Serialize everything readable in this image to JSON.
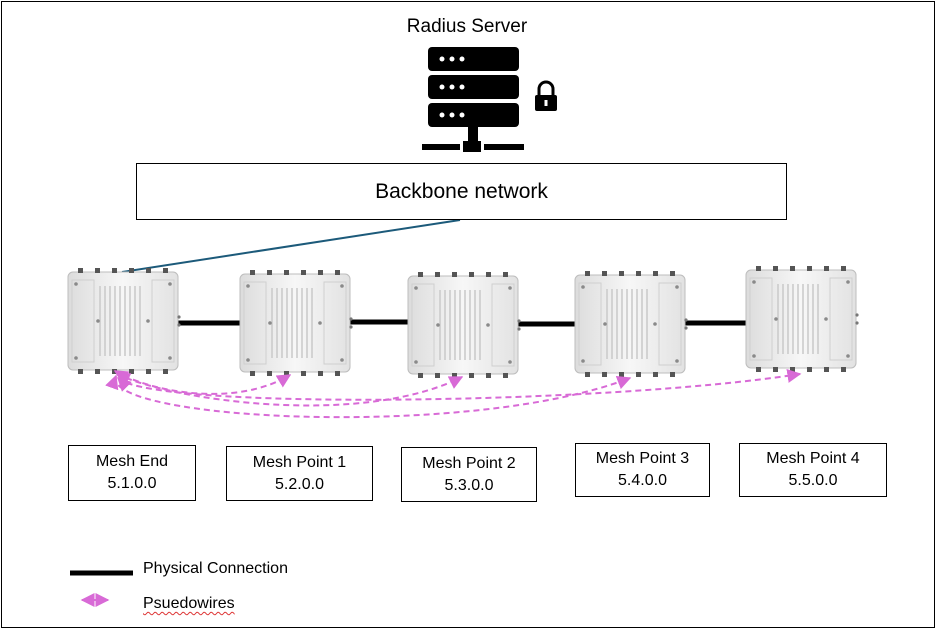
{
  "server": {
    "title": "Radius Server",
    "icon": "server-rack-icon",
    "lock_icon": "lock-icon"
  },
  "backbone": {
    "label": "Backbone network"
  },
  "nodes": [
    {
      "name": "Mesh End",
      "address": "5.1.0.0"
    },
    {
      "name": "Mesh Point 1",
      "address": "5.2.0.0"
    },
    {
      "name": "Mesh Point 2",
      "address": "5.3.0.0"
    },
    {
      "name": "Mesh Point 3",
      "address": "5.4.0.0"
    },
    {
      "name": "Mesh Point 4",
      "address": "5.5.0.0"
    }
  ],
  "legend": {
    "physical": "Physical Connection",
    "pseudowires": "Psuedowires"
  },
  "colors": {
    "physical": "#000000",
    "pseudowire": "#d86ad6",
    "uplink": "#1c5a7a",
    "device": "#f0f0f0"
  }
}
